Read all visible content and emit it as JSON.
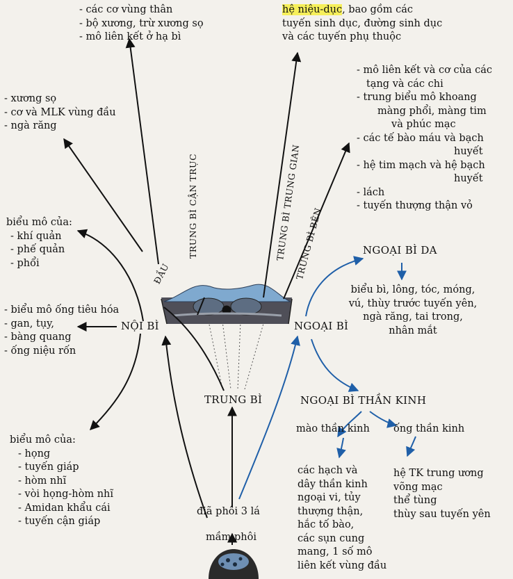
{
  "nodes": {
    "noi_bi": "NỘI BÌ",
    "ngoai_bi": "NGOẠI BÌ",
    "trung_bi": "TRUNG BÌ",
    "ngoai_bi_da": "NGOẠI BÌ DA",
    "ngoai_bi_than_kinh": "NGOẠI BÌ THẦN KINH",
    "mao_than_kinh": "mào thần kinh",
    "ong_than_kinh": "ống thần kinh",
    "dia_phoi": "điã phôi 3 lá",
    "mam_phoi": "mầm phôi"
  },
  "branch_labels": {
    "dau": "ĐẦU",
    "can_truc": "TRUNG BÌ CẬN TRỤC",
    "trung_gian": "TRUNG BÌ TRUNG GIAN",
    "ben": "TRUNG BÌ BÊN"
  },
  "blocks": {
    "can_truc": [
      "- các cơ vùng thân",
      "- bộ xương, trừ xương sọ",
      "- mô liên kết ở hạ bì"
    ],
    "trung_gian": {
      "highlight": "hệ niệu-dục",
      "lines": [
        ", bao gồm các",
        "tuyến sinh dục, đường sinh dục",
        "và các tuyến phụ thuộc"
      ]
    },
    "dau": [
      "- xương sọ",
      "- cơ và MLK vùng đầu",
      "- ngà răng"
    ],
    "ben": [
      "- mô liên kết và cơ của các",
      "tạng và các chi",
      "- trung biểu mô khoang",
      "màng phổi, màng tim",
      "và phúc mạc",
      "- các tế bào máu và bạch",
      "huyết",
      "- hệ tim mạch và  hệ bạch",
      "huyết",
      "- lách",
      "- tuyến thượng thận vỏ"
    ],
    "noi_bi_ho_hap": [
      "biểu mô của:",
      "- khí quản",
      "- phế quản",
      "- phổi"
    ],
    "noi_bi_tieu_hoa": [
      "- biểu mô ống tiêu hóa",
      "- gan, tụy,",
      "- bàng quang",
      "- ống niệu rốn"
    ],
    "noi_bi_hau": [
      "biểu mô của:",
      "- họng",
      "- tuyến giáp",
      "- hòm nhĩ",
      "- vòi họng-hòm nhĩ",
      "- Amidan khẩu cái",
      "- tuyến cận giáp"
    ],
    "ngoai_bi_da": [
      "biểu bì, lông, tóc, móng,",
      "vú, thùy trước tuyến yên,",
      "ngà răng, tai trong,",
      "nhân mắt"
    ],
    "mao_than_kinh": [
      "các hạch và",
      "dây thần kinh",
      "ngoại vi, tủy",
      "thượng thận,",
      "hắc tố bào,",
      "các sụn cung",
      "mang, 1 số mô",
      "liên kết vùng đầu"
    ],
    "ong_than_kinh": [
      "hệ TK trung ương",
      "võng mạc",
      "thể tùng",
      "thùy sau tuyến yên"
    ]
  },
  "colors": {
    "arrow_black": "#111111",
    "arrow_blue": "#1f5fa8",
    "highlight": "#f6ef5a",
    "embryo_dark": "#4a4a52",
    "embryo_blue": "#7fa9cf"
  }
}
